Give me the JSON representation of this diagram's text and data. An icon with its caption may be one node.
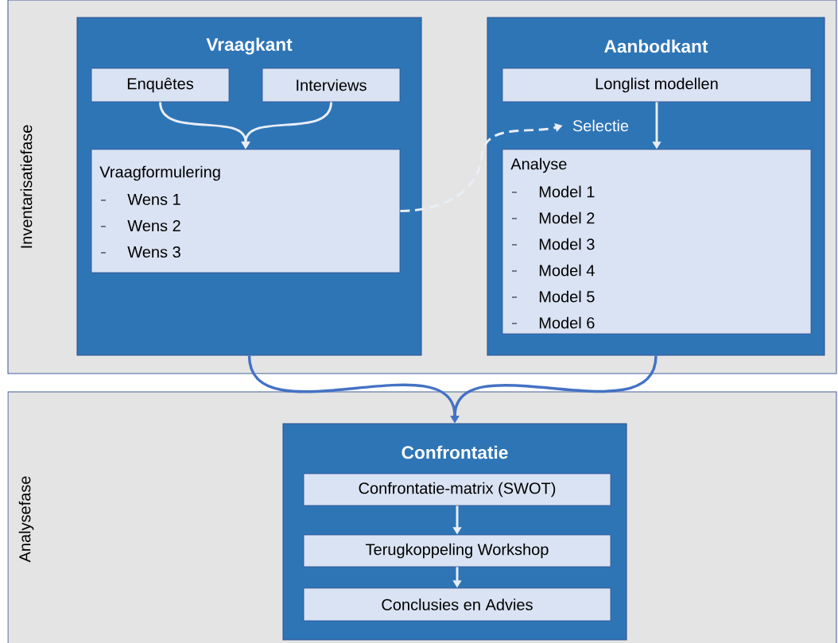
{
  "diagram": {
    "nodes": [
      {
        "text": [
          "Inventarisatiefase"
        ]
      },
      {
        "text": [
          "Vraagkant"
        ],
        "in": 0
      },
      {
        "text": [
          "Enquêtes"
        ],
        "in": 1
      },
      {
        "text": [
          "Interviews"
        ],
        "in": 1
      },
      {
        "text": [
          "Vraagformulering",
          "Wens 1",
          "Wens 2",
          "Wens 3"
        ],
        "in": 1
      },
      {
        "text": [
          "Aanbodkant"
        ],
        "in": 0
      },
      {
        "text": [
          "Longlist modellen"
        ],
        "in": 5
      },
      {
        "text": [
          "Analyse",
          "Model 1",
          "Model 2",
          "Model 3",
          "Model 4",
          "Model 5",
          "Model 6"
        ],
        "in": 5
      },
      {
        "text": [
          "Selectie"
        ],
        "in": 5
      },
      {
        "text": [
          "Analysefase"
        ]
      },
      {
        "text": [
          "Confrontatie"
        ],
        "in": 9
      },
      {
        "text": [
          "Confrontatie-matrix (SWOT)"
        ],
        "in": 10
      },
      {
        "text": [
          "Terugkoppeling Workshop"
        ],
        "in": 10
      },
      {
        "text": [
          "Conclusies en Advies"
        ],
        "in": 10
      }
    ],
    "edges": [
      {
        "from": 2,
        "to": 4,
        "arrow": "to"
      },
      {
        "from": 3,
        "to": 4,
        "arrow": "to"
      },
      {
        "from": 6,
        "to": 7,
        "arrow": "to"
      },
      {
        "from": 4,
        "to": 8,
        "arrow": "to",
        "style": "dashed"
      },
      {
        "from": 1,
        "to": 10,
        "arrow": "to",
        "color": "#4472c4"
      },
      {
        "from": 5,
        "to": 10,
        "arrow": "to",
        "color": "#4472c4"
      },
      {
        "from": 11,
        "to": 12,
        "arrow": "to"
      },
      {
        "from": 12,
        "to": 13,
        "arrow": "to"
      }
    ]
  }
}
